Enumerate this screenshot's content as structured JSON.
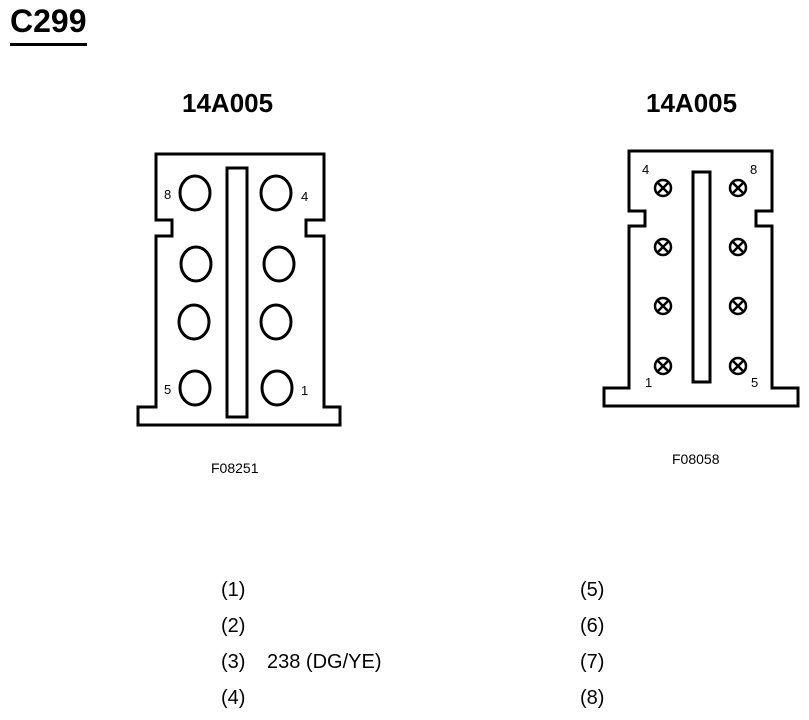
{
  "title": "C299",
  "left_connector": {
    "part": "14A005",
    "figure_id": "F08251",
    "pin_labels": [
      "8",
      "4",
      "5",
      "1"
    ]
  },
  "right_connector": {
    "part": "14A005",
    "figure_id": "F08058",
    "pin_labels": [
      "4",
      "8",
      "1",
      "5"
    ]
  },
  "pins_left": [
    {
      "num": "(1)",
      "desc": ""
    },
    {
      "num": "(2)",
      "desc": ""
    },
    {
      "num": "(3)",
      "desc": "238 (DG/YE)"
    },
    {
      "num": "(4)",
      "desc": ""
    }
  ],
  "pins_right": [
    {
      "num": "(5)",
      "desc": ""
    },
    {
      "num": "(6)",
      "desc": ""
    },
    {
      "num": "(7)",
      "desc": ""
    },
    {
      "num": "(8)",
      "desc": ""
    }
  ]
}
